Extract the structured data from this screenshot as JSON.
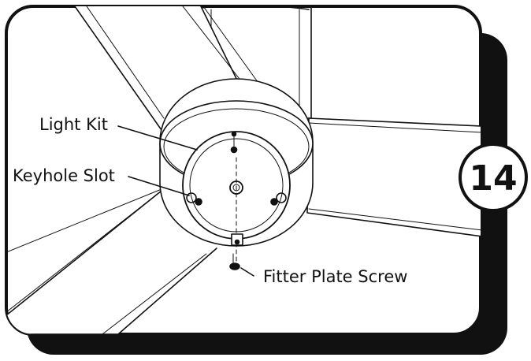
{
  "step": {
    "number": "14"
  },
  "labels": {
    "light_kit": "Light Kit",
    "keyhole_slot": "Keyhole Slot",
    "fitter_plate_screw": "Fitter Plate Screw"
  },
  "colors": {
    "ink": "#111111",
    "paper": "#ffffff",
    "shadow": "#111111"
  }
}
